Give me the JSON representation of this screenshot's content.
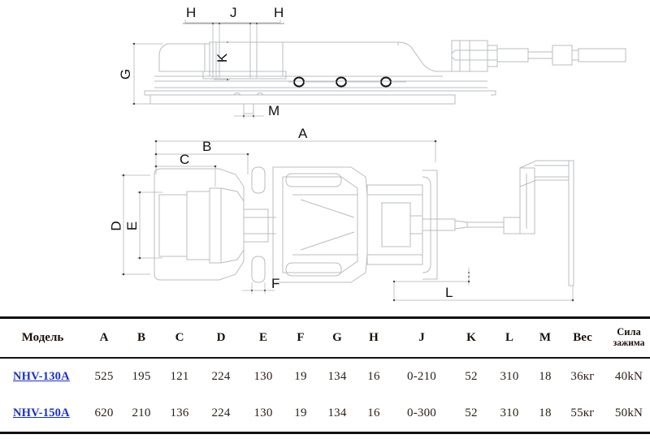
{
  "drawing": {
    "title": "machine-vise-dimension-drawing",
    "side_view_labels": [
      "H",
      "J",
      "H",
      "K",
      "G",
      "M"
    ],
    "top_view_labels": [
      "A",
      "B",
      "C",
      "D",
      "E",
      "F",
      "L"
    ],
    "line_color": "#b9bcc0",
    "label_color": "#111111"
  },
  "table": {
    "headers": [
      "Модель",
      "A",
      "B",
      "C",
      "D",
      "E",
      "F",
      "G",
      "H",
      "J",
      "K",
      "L",
      "M",
      "Вес"
    ],
    "header_last_line1": "Сила",
    "header_last_line2": "зажима",
    "link_color": "#1a2fc8",
    "rows": [
      {
        "model": "NHV-130A",
        "A": "525",
        "B": "195",
        "C": "121",
        "D": "224",
        "E": "130",
        "F": "19",
        "G": "134",
        "H": "16",
        "J": "0-210",
        "K": "52",
        "L": "310",
        "M": "18",
        "weight": "36кг",
        "force": "40kN"
      },
      {
        "model": "NHV-150A",
        "A": "620",
        "B": "210",
        "C": "136",
        "D": "224",
        "E": "130",
        "F": "19",
        "G": "134",
        "H": "16",
        "J": "0-300",
        "K": "52",
        "L": "310",
        "M": "18",
        "weight": "55кг",
        "force": "50kN"
      }
    ]
  }
}
